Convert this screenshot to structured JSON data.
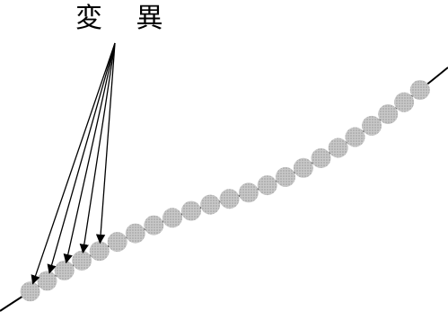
{
  "diagram": {
    "label": "変 異",
    "bead_count": 23,
    "arrow_count": 5,
    "colors": {
      "line": "#000000",
      "bead_fill": "#c8c8c8",
      "bead_dot": "#9a9a9a",
      "arrow": "#000000",
      "background": "#ffffff"
    }
  }
}
